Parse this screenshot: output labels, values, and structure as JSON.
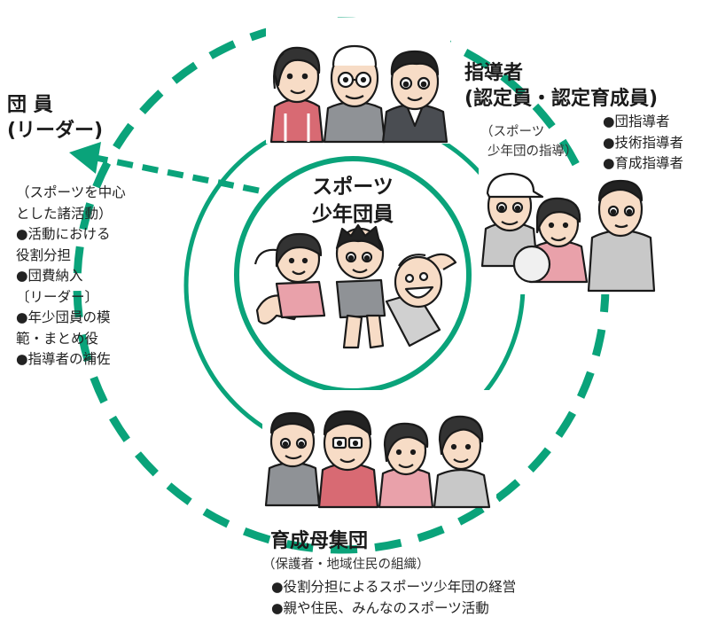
{
  "center": {
    "title": [
      "スポーツ",
      "少年団員"
    ]
  },
  "members": {
    "title": [
      "団 員",
      "(リーダー)"
    ],
    "items": [
      "（スポーツを中心",
      "とした諸活動）",
      "●活動における",
      "役割分担",
      "●団費納入",
      "〔リーダー〕",
      "●年少団員の模",
      "範・まとめ役",
      "●指導者の補佐"
    ]
  },
  "leaders": {
    "title": [
      "指導者",
      "(認定員・認定育成員)"
    ],
    "note": [
      "（スポーツ",
      "少年団の指導）"
    ],
    "items": [
      "●団指導者",
      "●技術指導者",
      "●育成指導者"
    ]
  },
  "parents": {
    "title": "育成母集団",
    "note": "（保護者・地域住民の組織）",
    "items": [
      "●役割分担によるスポーツ少年団の経営",
      "●親や住民、みんなのスポーツ活動"
    ]
  },
  "colors": {
    "ring": "#0aa37a",
    "ink": "#1a1a1a",
    "skin": "#f7dcc6",
    "shirt_red": "#d86a73",
    "shirt_pink": "#e9a1aa",
    "shirt_gray": "#8f9296",
    "shirt_light": "#c8c8c8"
  },
  "icons": [
    "leaders-illustration",
    "coaches-illustration",
    "children-illustration",
    "parents-illustration",
    "arrow-icon"
  ]
}
